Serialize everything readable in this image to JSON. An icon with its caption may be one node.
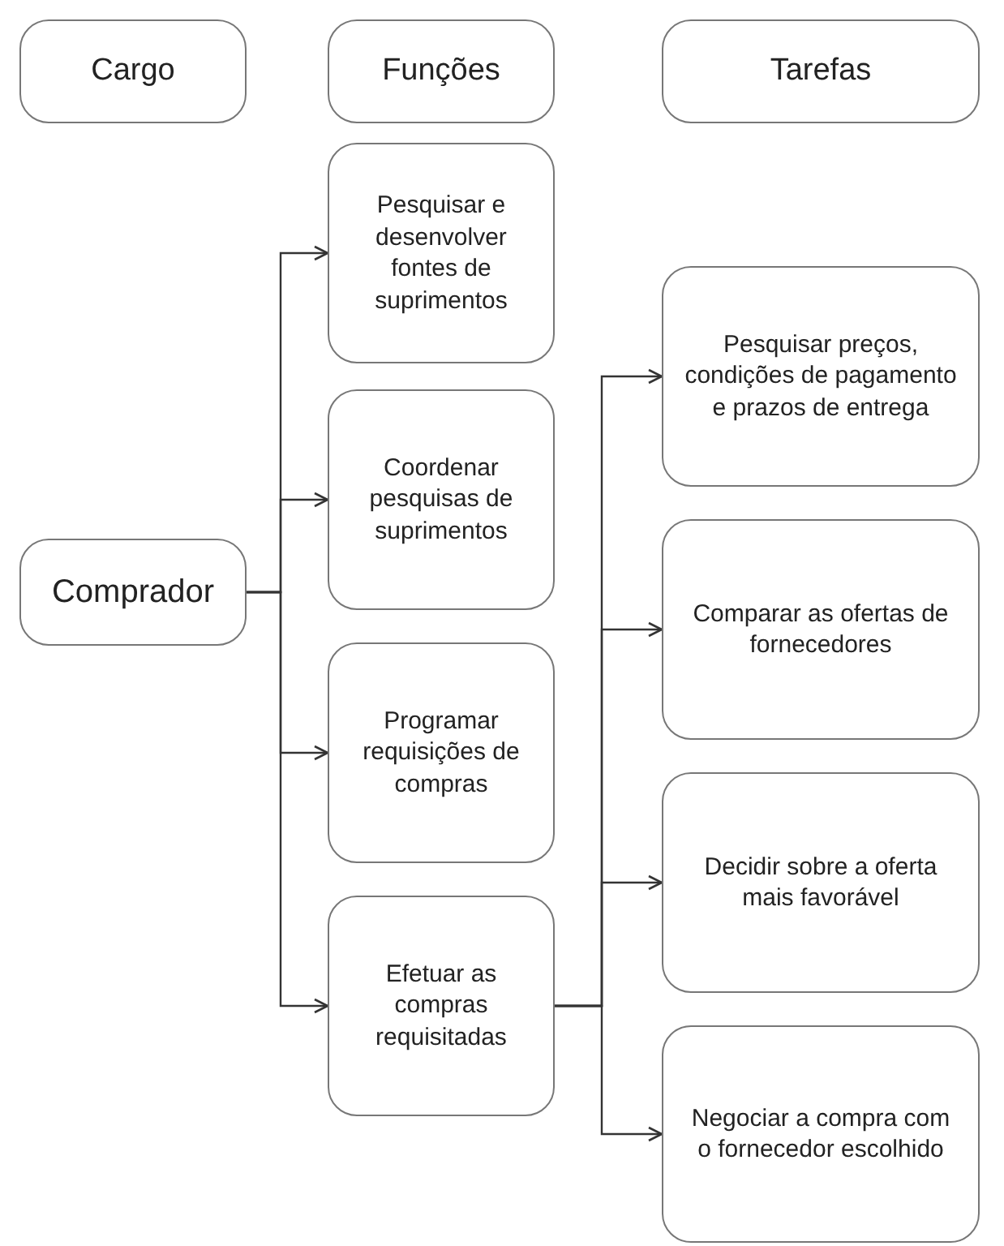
{
  "diagram": {
    "nodes": [
      {
        "text": [
          "Cargo"
        ]
      },
      {
        "text": [
          "Funções"
        ]
      },
      {
        "text": [
          "Tarefas"
        ]
      },
      {
        "text": [
          "Comprador"
        ]
      },
      {
        "text": [
          "Pesquisar e desenvolver fontes de suprimentos"
        ]
      },
      {
        "text": [
          "Coordenar pesquisas de suprimentos"
        ]
      },
      {
        "text": [
          "Programar requisições de compras"
        ]
      },
      {
        "text": [
          "Efetuar as compras requisitadas"
        ]
      },
      {
        "text": [
          "Pesquisar preços, condições de pagamento e prazos de entrega"
        ]
      },
      {
        "text": [
          "Comparar as ofertas de fornecedores"
        ]
      },
      {
        "text": [
          "Decidir sobre a oferta mais favorável"
        ]
      },
      {
        "text": [
          "Negociar a compra com o fornecedor escolhido"
        ]
      }
    ],
    "edges": [
      {
        "from": 3,
        "to": 4,
        "arrow": "to"
      },
      {
        "from": 3,
        "to": 5,
        "arrow": "to"
      },
      {
        "from": 3,
        "to": 6,
        "arrow": "to"
      },
      {
        "from": 3,
        "to": 7,
        "arrow": "to"
      },
      {
        "from": 7,
        "to": 8,
        "arrow": "to"
      },
      {
        "from": 7,
        "to": 9,
        "arrow": "to"
      },
      {
        "from": 7,
        "to": 10,
        "arrow": "to"
      },
      {
        "from": 7,
        "to": 11,
        "arrow": "to"
      }
    ]
  }
}
